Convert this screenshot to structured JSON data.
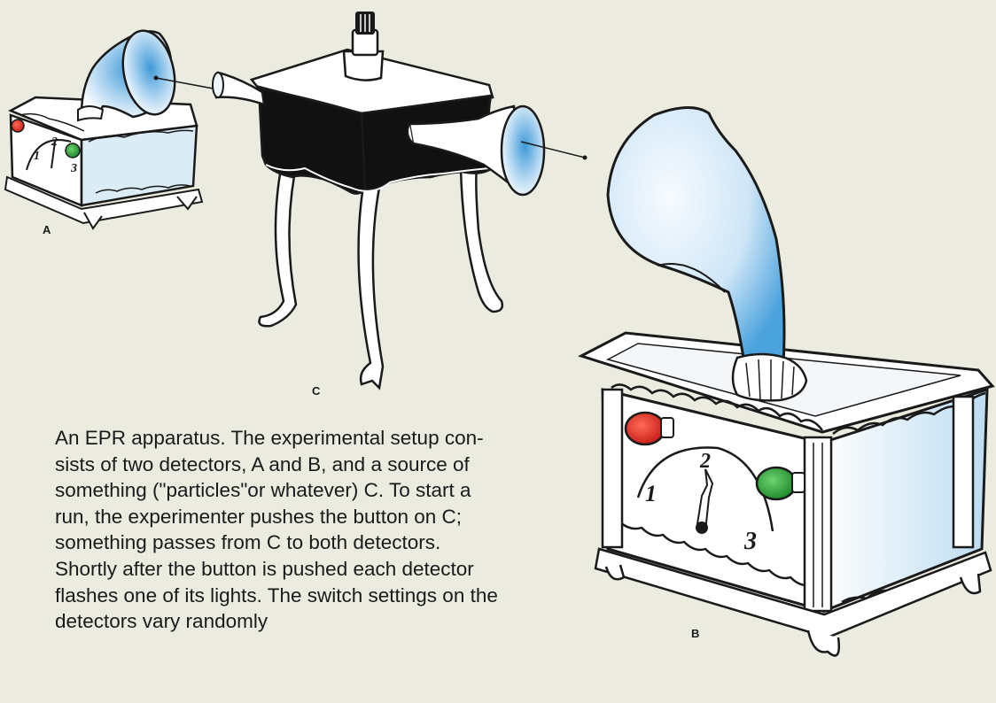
{
  "labels": {
    "detector_a": "A",
    "detector_b": "B",
    "source_c": "C"
  },
  "dial_numbers": [
    "1",
    "2",
    "3"
  ],
  "caption_lines": [
    "An EPR apparatus. The experimental setup con-",
    "sists of two detectors, A and B, and a source of",
    "something (\"particles\"or whatever) C. To start a",
    "run, the experimenter pushes the button on C;",
    "something passes from C to both detectors.",
    "Shortly after the button is pushed each detector",
    "flashes one of its lights. The switch settings on the",
    "detectors vary randomly"
  ],
  "colors": {
    "background": "#ecebe0",
    "ink": "#1a1a1a",
    "horn_blue": "#3f9ad8",
    "light_red": "#d42a1e",
    "light_green": "#2ea23a",
    "box_body": "#ffffff",
    "source_body": "#111111"
  },
  "icons": [
    "red-light-icon",
    "green-light-icon",
    "horn-icon",
    "button-icon"
  ]
}
